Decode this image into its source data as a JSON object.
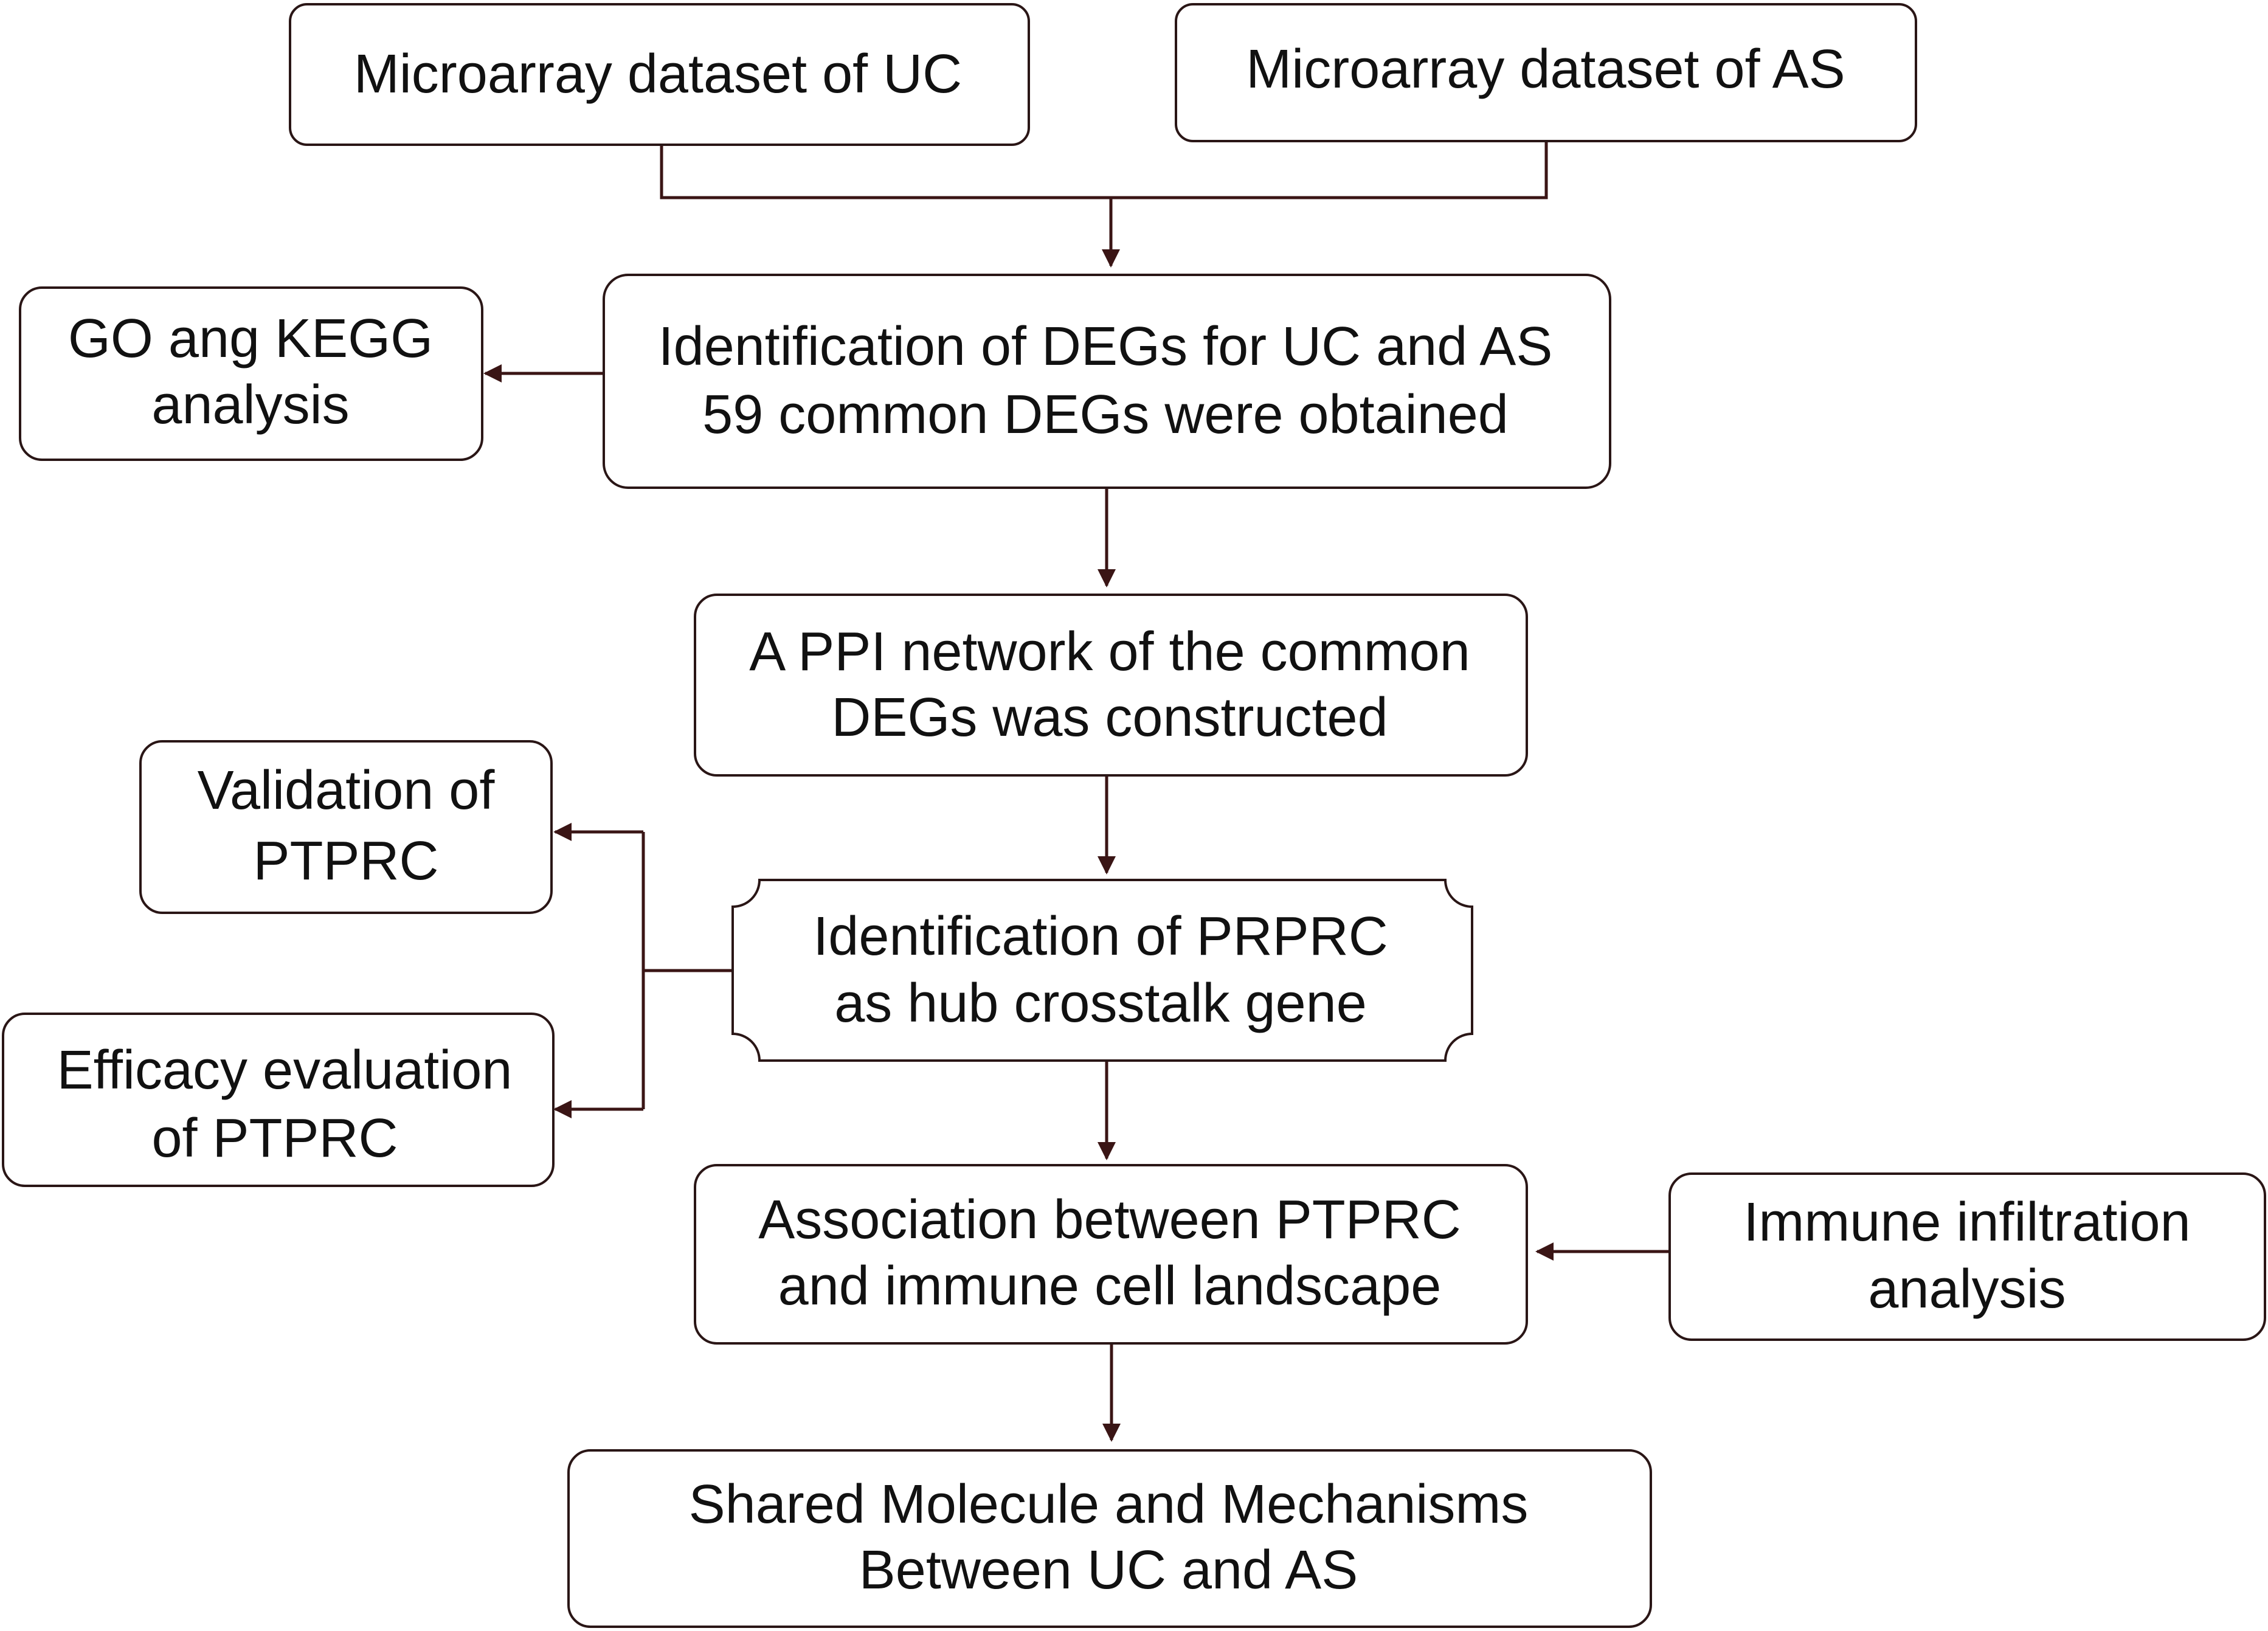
{
  "colors": {
    "box_stroke": "#2a1616",
    "connector": "#3a1515",
    "text": "#111111",
    "background": "#ffffff"
  },
  "nodes": {
    "uc_dataset": {
      "lines": [
        "Microarray dataset of UC"
      ]
    },
    "as_dataset": {
      "lines": [
        "Microarray dataset of AS"
      ]
    },
    "go_kegg": {
      "lines": [
        "GO ang KEGG",
        "analysis"
      ]
    },
    "deg_identification": {
      "lines": [
        "Identification of DEGs for UC and AS",
        "59 common DEGs were obtained"
      ]
    },
    "ppi_network": {
      "lines": [
        "A PPI network of the common",
        "DEGs was constructed"
      ]
    },
    "validation": {
      "lines": [
        "Validation of",
        "PTPRC"
      ]
    },
    "hub_gene": {
      "lines": [
        "Identification of PRPRC",
        "as hub crosstalk gene"
      ]
    },
    "efficacy": {
      "lines": [
        "Efficacy evaluation",
        "of PTPRC"
      ]
    },
    "association": {
      "lines": [
        "Association between PTPRC",
        "and immune cell landscape"
      ]
    },
    "immune_infiltration": {
      "lines": [
        "Immune infiltration",
        "analysis"
      ]
    },
    "shared_mechanisms": {
      "lines": [
        "Shared Molecule and Mechanisms",
        "Between UC and AS"
      ]
    }
  }
}
